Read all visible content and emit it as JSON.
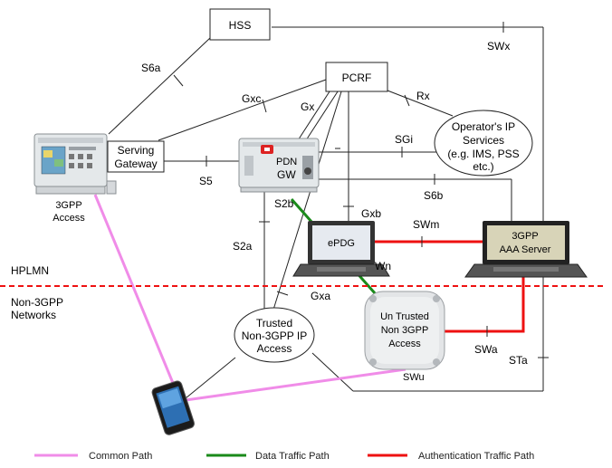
{
  "nodes": {
    "hss": "HSS",
    "pcrf": "PCRF",
    "serving_gateway": [
      "Serving",
      "Gateway"
    ],
    "pdn_gw": [
      "PDN",
      "GW"
    ],
    "operator_ip": [
      "Operator's IP",
      "Services",
      "(e.g. IMS, PSS",
      "etc.)"
    ],
    "epdg": "ePDG",
    "aaa_server": [
      "3GPP",
      "AAA Server"
    ],
    "access_3gpp": [
      "3GPP",
      "Access"
    ],
    "trusted": [
      "Trusted",
      "Non-3GPP IP",
      "Access"
    ],
    "untrusted": [
      "Un Trusted",
      "Non 3GPP",
      "Access"
    ]
  },
  "interfaces": {
    "s6a": "S6a",
    "swx": "SWx",
    "gxc": "Gxc",
    "gx": "Gx",
    "rx": "Rx",
    "sgi": "SGi",
    "s5": "S5",
    "s6b": "S6b",
    "s2b": "S2b",
    "gxb": "Gxb",
    "swm": "SWm",
    "s2a": "S2a",
    "swn": "Wn",
    "gxa": "Gxa",
    "swa": "SWa",
    "sta": "STa",
    "swu": "SWu"
  },
  "regions": {
    "hplmn": "HPLMN",
    "non3gpp": [
      "Non-3GPP",
      "Networks"
    ]
  },
  "legend": {
    "common": "Common Path",
    "data": "Data Traffic Path",
    "auth": "Authentication Traffic Path"
  },
  "colors": {
    "common": "#f08ce8",
    "data": "#1a8a1a",
    "auth": "#ee1111",
    "boundary": "#ee1111"
  }
}
